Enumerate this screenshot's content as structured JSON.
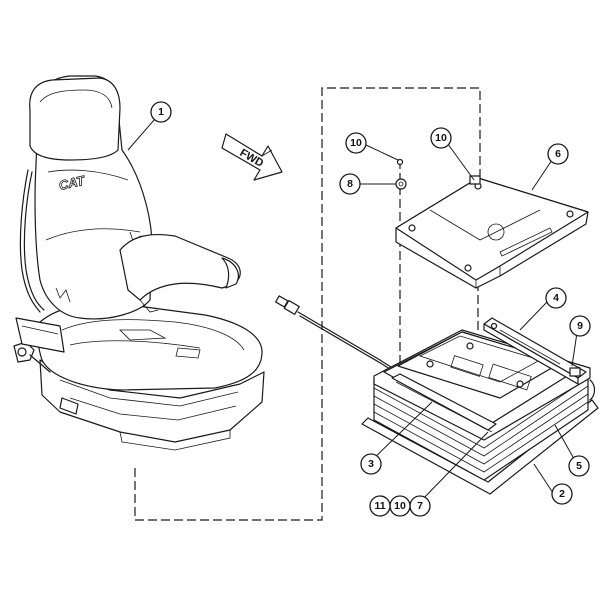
{
  "diagram": {
    "direction_arrow": {
      "label": "FWD"
    },
    "seat_logo": "CAT",
    "callouts": [
      {
        "id": "callout-1",
        "label": "1"
      },
      {
        "id": "callout-2",
        "label": "2"
      },
      {
        "id": "callout-3",
        "label": "3"
      },
      {
        "id": "callout-4",
        "label": "4"
      },
      {
        "id": "callout-5",
        "label": "5"
      },
      {
        "id": "callout-6",
        "label": "6"
      },
      {
        "id": "callout-7",
        "label": "7"
      },
      {
        "id": "callout-8",
        "label": "8"
      },
      {
        "id": "callout-9",
        "label": "9"
      },
      {
        "id": "callout-10-top",
        "label": "10"
      },
      {
        "id": "callout-10-plate",
        "label": "10"
      },
      {
        "id": "callout-10-bottom",
        "label": "10"
      },
      {
        "id": "callout-11",
        "label": "11"
      }
    ]
  }
}
